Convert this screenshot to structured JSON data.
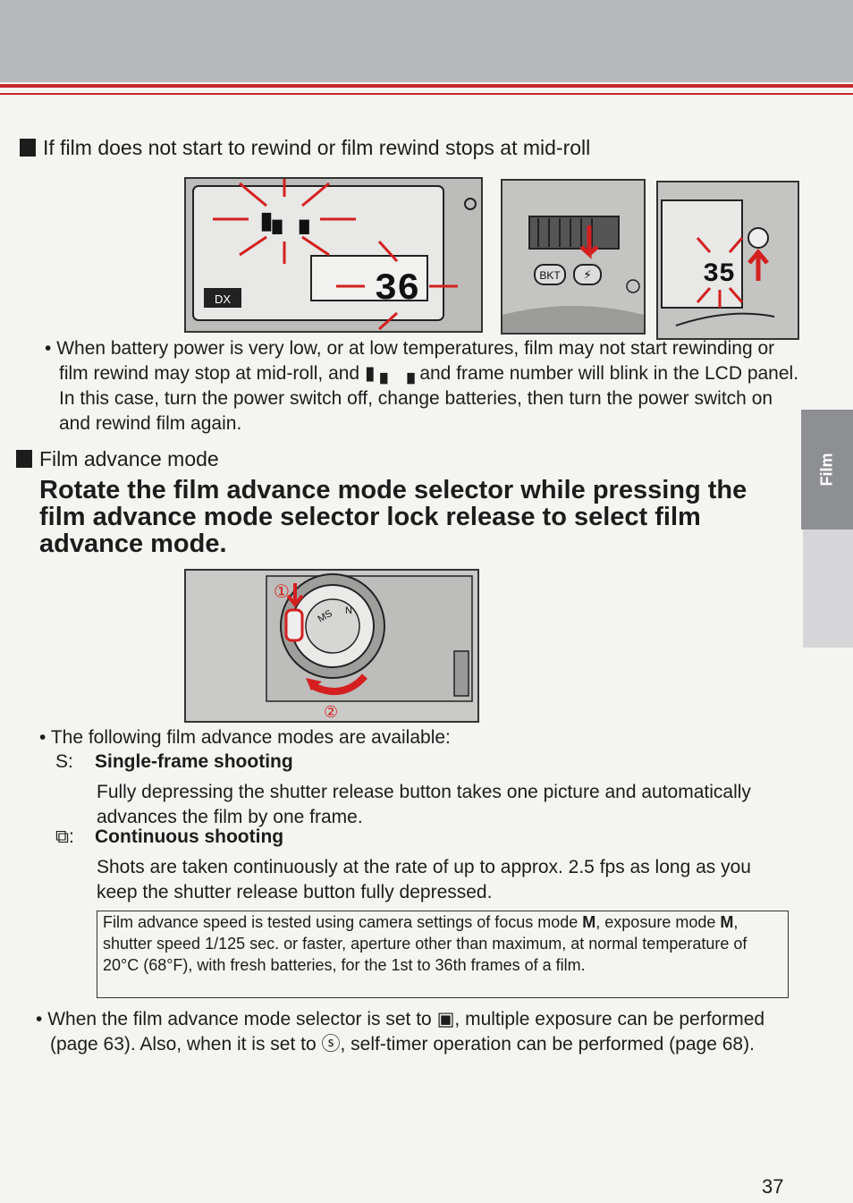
{
  "side_tab": "Film",
  "rewind_section": {
    "heading": "If film does not start to rewind or film rewind stops at mid-roll",
    "para_a": "When battery power is very low, or at low temperatures, film may not start rewinding or film rewind may stop at mid-roll, and ",
    "para_symbol": "▮ ▖ ▗",
    "para_b": " and frame number will blink in the LCD panel. In this case, turn the power switch off, change batteries, then turn the power switch on and rewind film again.",
    "fig1": {
      "badge": "DX",
      "frame": "36"
    },
    "fig2": {
      "label_bkt": "BKT"
    },
    "fig3": {
      "frame": "35"
    }
  },
  "advance_section": {
    "heading": "Film advance mode",
    "instruction": "Rotate the film advance mode selector while pressing the film advance mode selector lock release to select film advance mode.",
    "callout_1": "①",
    "callout_2": "②",
    "intro": "The following film advance modes are available:",
    "modes": [
      {
        "icon": "S:",
        "title": "Single-frame shooting",
        "desc": "Fully depressing the shutter release button takes one picture and automatically advances the film by one frame."
      },
      {
        "icon": "⧉:",
        "title": "Continuous shooting",
        "desc": "Shots are taken continuously at the rate of up to approx. 2.5 fps as long as you keep the shutter release button fully depressed."
      }
    ],
    "note": {
      "t1": "Film advance speed is tested using camera settings of focus mode ",
      "b1": "M",
      "t2": ", exposure mode ",
      "b2": "M",
      "t3": ", shutter speed 1/125 sec. or faster, aperture other than maximum, at normal temperature of 20°C (68°F), with fresh batteries, for the 1st to 36th frames of a film."
    },
    "final_a": "When the film advance mode selector is set to ",
    "final_icon_multi": "▣",
    "final_b": ", multiple exposure can be performed (page 63). Also, when it is set to ",
    "final_icon_timer": "ⓢ",
    "final_c": ", self-timer operation can be performed (page 68)."
  },
  "page_number": "37",
  "colors": {
    "accent_red": "#c8262b",
    "tab_gray": "#8e8f93",
    "flash_red": "#d42020"
  }
}
